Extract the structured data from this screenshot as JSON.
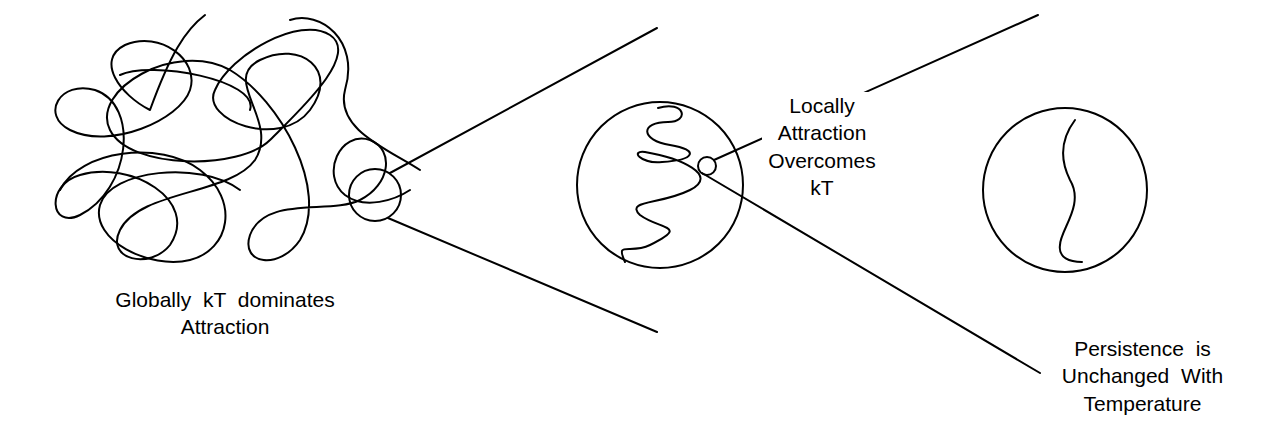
{
  "diagram": {
    "labels": [
      "Globally kT dominates Attraction",
      "Locally Attraction Overcomes kT",
      "Persistence is Unchanged With Temperature"
    ]
  }
}
